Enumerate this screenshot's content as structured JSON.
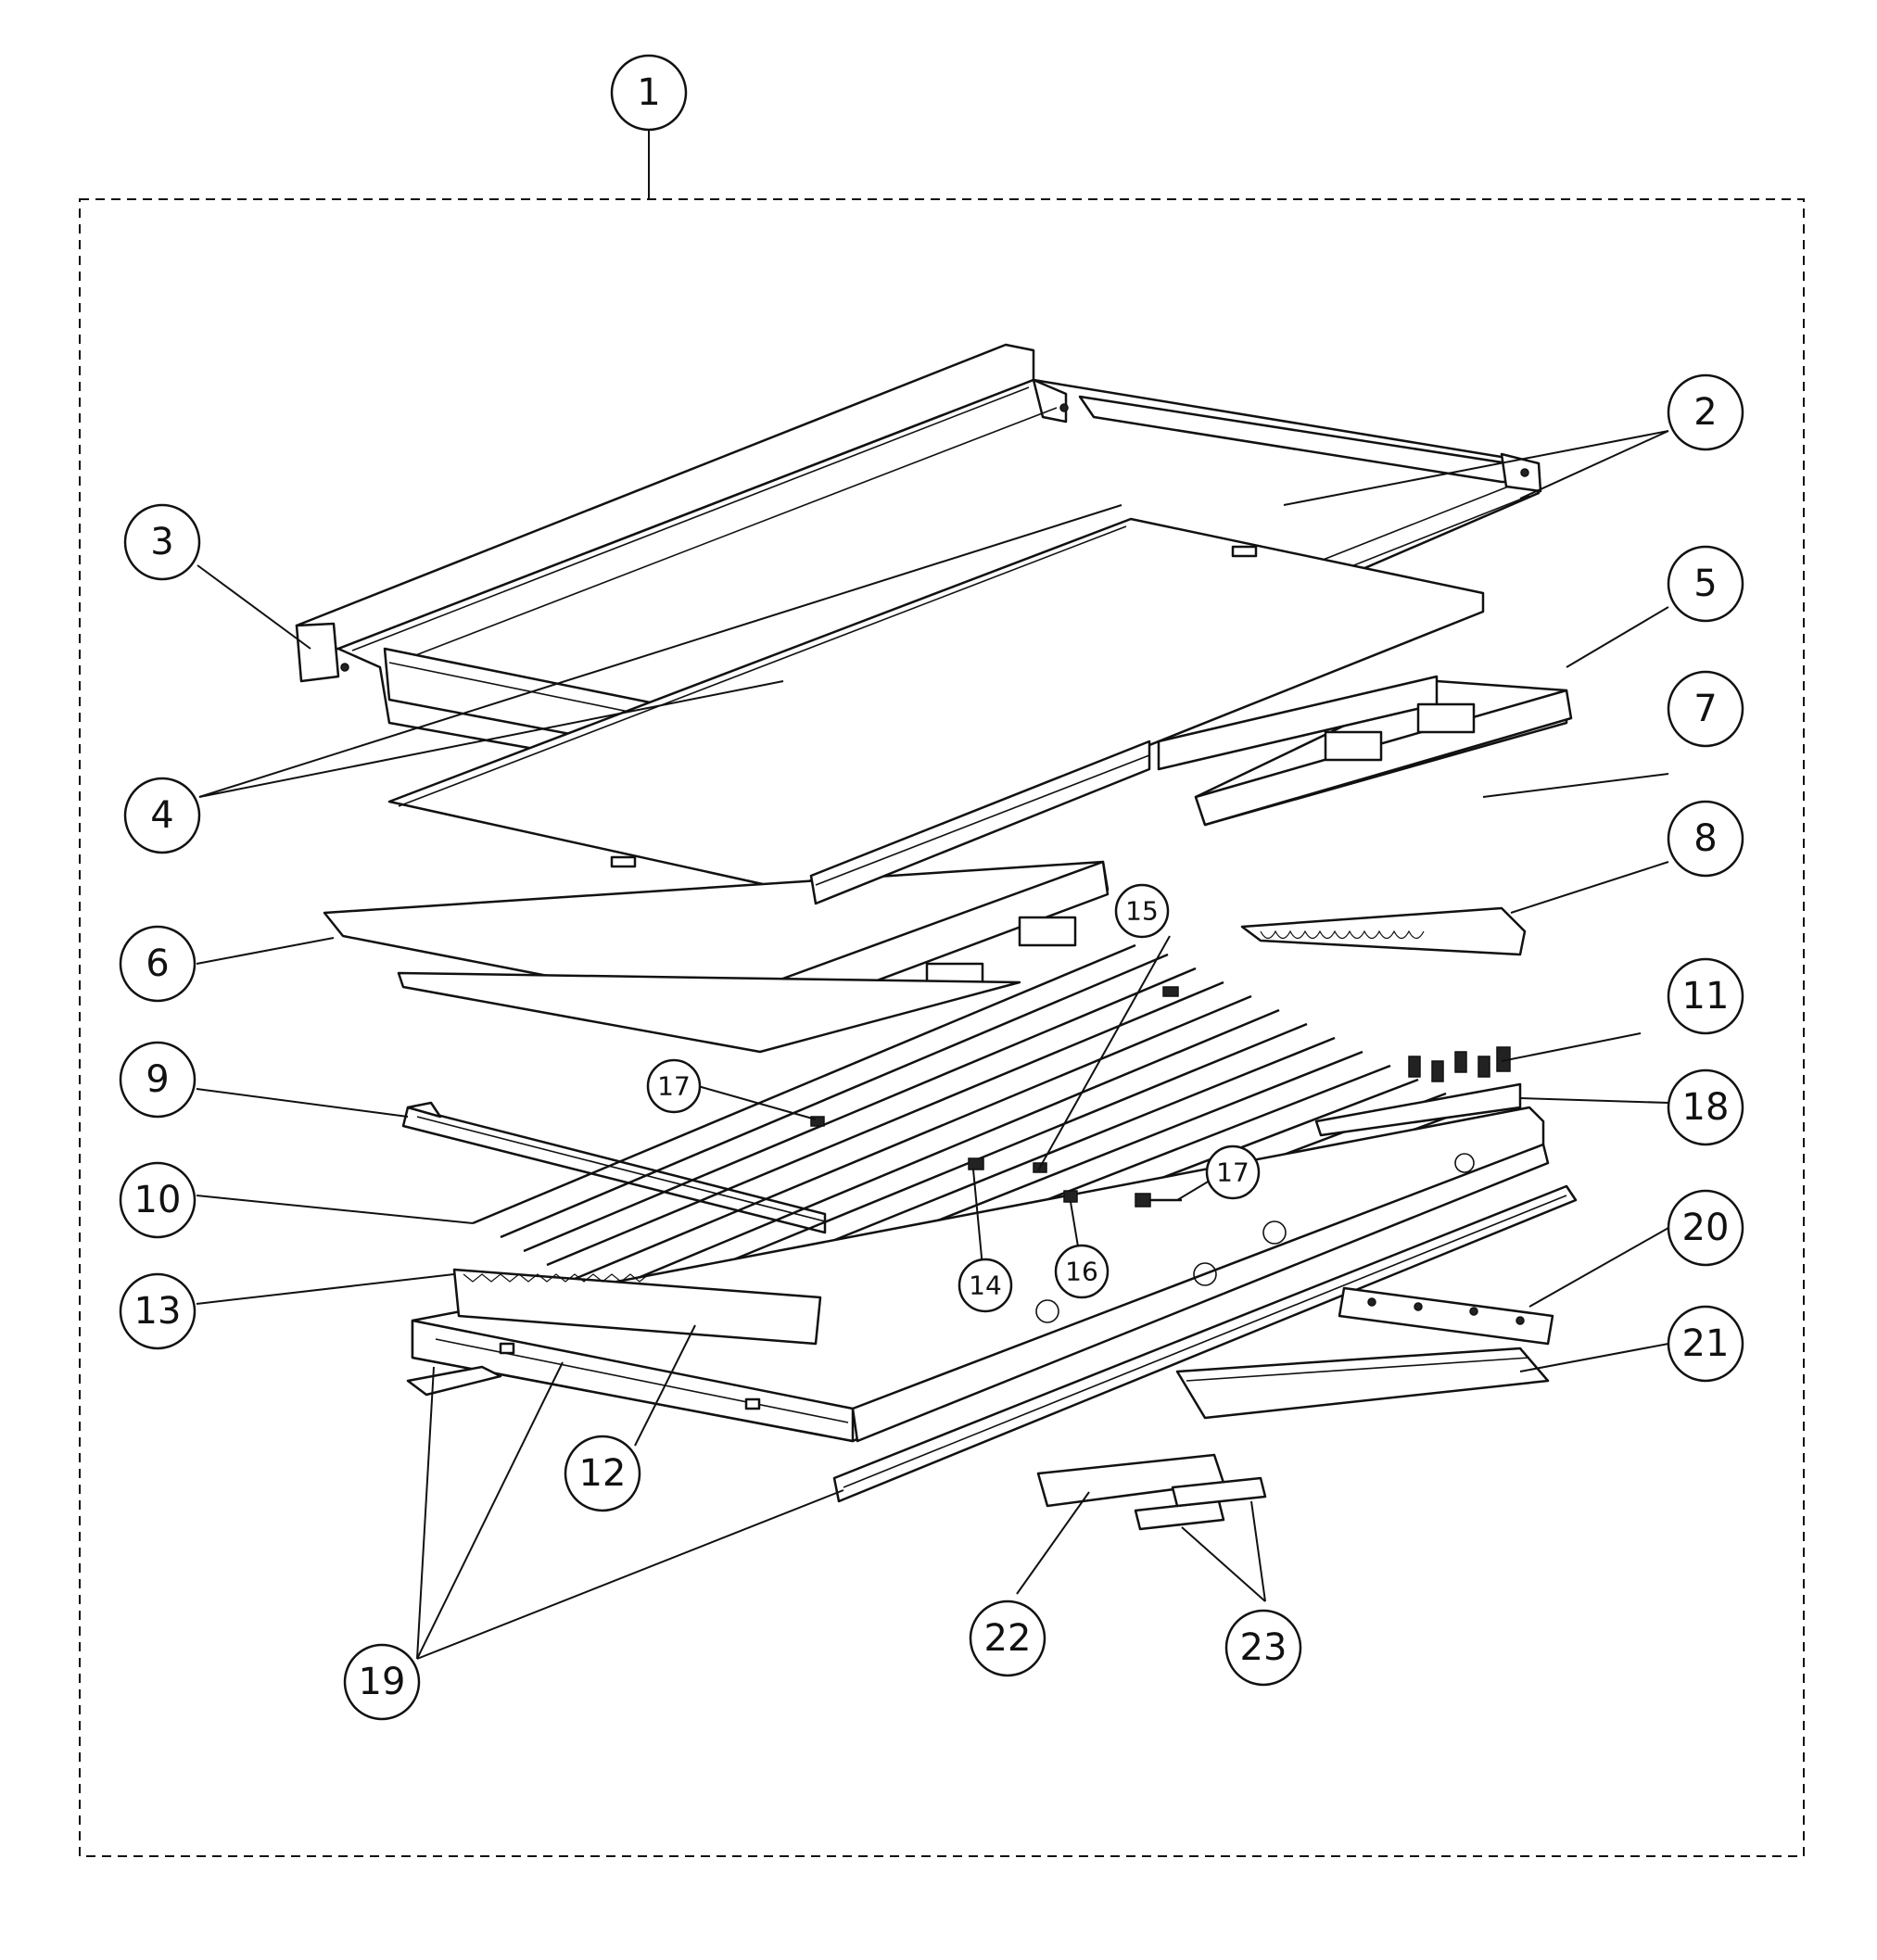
{
  "diagram": {
    "type": "exploded-assembly-parts-diagram",
    "colors": {
      "line": "#111111",
      "background": "#ffffff"
    },
    "callouts": [
      {
        "id": "c1",
        "label": "1"
      },
      {
        "id": "c2",
        "label": "2"
      },
      {
        "id": "c3",
        "label": "3"
      },
      {
        "id": "c4",
        "label": "4"
      },
      {
        "id": "c5",
        "label": "5"
      },
      {
        "id": "c6",
        "label": "6"
      },
      {
        "id": "c7",
        "label": "7"
      },
      {
        "id": "c8",
        "label": "8"
      },
      {
        "id": "c9",
        "label": "9"
      },
      {
        "id": "c10",
        "label": "10"
      },
      {
        "id": "c11",
        "label": "11"
      },
      {
        "id": "c12",
        "label": "12"
      },
      {
        "id": "c13",
        "label": "13"
      },
      {
        "id": "c14",
        "label": "14"
      },
      {
        "id": "c15",
        "label": "15"
      },
      {
        "id": "c16",
        "label": "16"
      },
      {
        "id": "c17a",
        "label": "17"
      },
      {
        "id": "c17b",
        "label": "17"
      },
      {
        "id": "c18",
        "label": "18"
      },
      {
        "id": "c19",
        "label": "19"
      },
      {
        "id": "c20",
        "label": "20"
      },
      {
        "id": "c21",
        "label": "21"
      },
      {
        "id": "c22",
        "label": "22"
      },
      {
        "id": "c23",
        "label": "23"
      }
    ]
  }
}
